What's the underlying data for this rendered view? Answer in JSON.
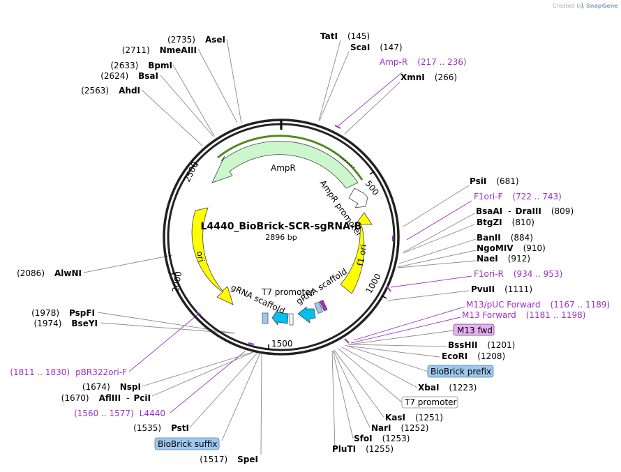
{
  "credit": {
    "prefix": "Created by",
    "brand": "SnapGene"
  },
  "plasmid": {
    "name": "L4440_BioBrick-SCR-sgRNA-B",
    "length_label": "2896 bp",
    "length": 2896
  },
  "ticks": [
    "500",
    "1000",
    "1500",
    "2000",
    "2500"
  ],
  "features": {
    "ampr": {
      "label": "AmpR",
      "color": "#ccf6cc"
    },
    "ampr_promoter": {
      "label": "AmpR promoter"
    },
    "f1_ori": {
      "label": "f1 ori",
      "color": "#ffff00"
    },
    "ori": {
      "label": "ori",
      "color": "#ffff00"
    },
    "gRNA_scaffold_1": {
      "label": "gRNA scaffold",
      "color": "#00c0f0"
    },
    "gRNA_scaffold_2": {
      "label": "gRNA scaffold",
      "color": "#00c0f0"
    },
    "t7_promoter": {
      "label": "T7 promoter"
    }
  },
  "sites": {
    "tati": {
      "name": "TatI",
      "pos": "(145)"
    },
    "scai": {
      "name": "ScaI",
      "pos": "(147)"
    },
    "ampr_primer": {
      "name": "Amp-R",
      "pos": "(217 .. 236)"
    },
    "xmni": {
      "name": "XmnI",
      "pos": "(266)"
    },
    "psii": {
      "name": "PsiI",
      "pos": "(681)"
    },
    "f1ori_f": {
      "name": "F1ori-F",
      "pos": "(722 .. 743)"
    },
    "bsaai": {
      "name": "BsaAI",
      "sep": "-",
      "name2": "DraIII",
      "pos": "(809)"
    },
    "btgzi": {
      "name": "BtgZI",
      "pos": "(810)"
    },
    "banii": {
      "name": "BanII",
      "pos": "(884)"
    },
    "ngomiv": {
      "name": "NgoMIV",
      "pos": "(910)"
    },
    "naei": {
      "name": "NaeI",
      "pos": "(912)"
    },
    "f1ori_r": {
      "name": "F1ori-R",
      "pos": "(934 .. 953)"
    },
    "pvuii": {
      "name": "PvuII",
      "pos": "(1111)"
    },
    "m13puc": {
      "name": "M13/pUC Forward",
      "pos": "(1167 .. 1189)"
    },
    "m13f": {
      "name": "M13 Forward",
      "pos": "(1181 .. 1198)"
    },
    "m13fwd": {
      "name": "M13 fwd"
    },
    "bsshii": {
      "name": "BssHII",
      "pos": "(1201)"
    },
    "ecori": {
      "name": "EcoRI",
      "pos": "(1208)"
    },
    "biobrick_prefix": {
      "name": "BioBrick prefix"
    },
    "xbai": {
      "name": "XbaI",
      "pos": "(1223)"
    },
    "t7prom_box": {
      "name": "T7 promoter"
    },
    "kasi": {
      "name": "KasI",
      "pos": "(1251)"
    },
    "nari": {
      "name": "NarI",
      "pos": "(1252)"
    },
    "sfoi": {
      "name": "SfoI",
      "pos": "(1253)"
    },
    "pluti": {
      "name": "PluTI",
      "pos": "(1255)"
    },
    "spei": {
      "name": "SpeI",
      "pos": "(1517)"
    },
    "biobrick_suffix": {
      "name": "BioBrick suffix"
    },
    "psti": {
      "name": "PstI",
      "pos": "(1535)"
    },
    "l4440": {
      "name": "L4440",
      "pos": "(1560 .. 1577)"
    },
    "aflIII": {
      "name": "AflIII",
      "sep": "-",
      "name2": "PciI",
      "pos": "(1670)"
    },
    "nspi": {
      "name": "NspI",
      "pos": "(1674)"
    },
    "pbr322": {
      "name": "pBR322ori-F",
      "pos": "(1811 .. 1830)"
    },
    "bseyi": {
      "name": "BseYI",
      "pos": "(1974)"
    },
    "pspfi": {
      "name": "PspFI",
      "pos": "(1978)"
    },
    "alwni": {
      "name": "AlwNI",
      "pos": "(2086)"
    },
    "ahdi": {
      "name": "AhdI",
      "pos": "(2563)"
    },
    "bsai": {
      "name": "BsaI",
      "pos": "(2624)"
    },
    "bpmi": {
      "name": "BpmI",
      "pos": "(2633)"
    },
    "nmeaiii": {
      "name": "NmeAIII",
      "pos": "(2711)"
    },
    "asei": {
      "name": "AseI",
      "pos": "(2735)"
    }
  },
  "colors": {
    "primer": "#9b30c8",
    "prefix_box": "#9ec8ee",
    "m13_box": "#e6b3f0",
    "ampr_arrow": "#ccf6cc",
    "ori_arrow": "#ffff00",
    "scaffold": "#00c0f0"
  }
}
